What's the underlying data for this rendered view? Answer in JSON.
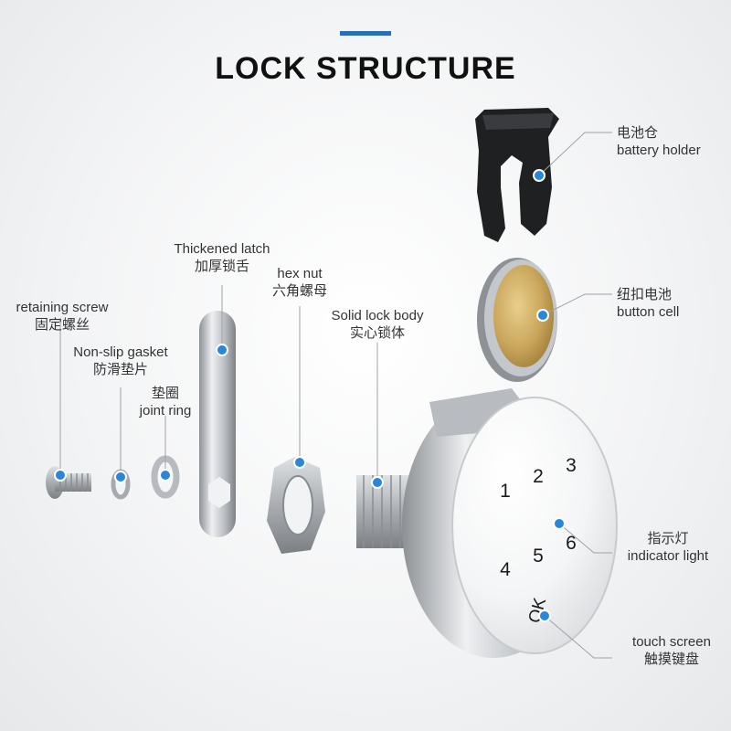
{
  "title": "LOCK STRUCTURE",
  "colors": {
    "accent": "#2a6fb5",
    "leader_dot": "#2a86d8",
    "metal": "#c9ccd0",
    "brass": "#c9a55a"
  },
  "labels": {
    "battery_holder": {
      "cn": "电池仓",
      "en": "battery holder"
    },
    "button_cell": {
      "cn": "纽扣电池",
      "en": "button cell"
    },
    "thickened_latch": {
      "en": "Thickened latch",
      "cn": "加厚锁舌"
    },
    "hex_nut": {
      "en": "hex nut",
      "cn": "六角螺母"
    },
    "solid_lock_body": {
      "en": "Solid lock body",
      "cn": "实心锁体"
    },
    "retaining_screw": {
      "en": "retaining screw",
      "cn": "固定螺丝"
    },
    "non_slip_gasket": {
      "en": "Non-slip gasket",
      "cn": "防滑垫片"
    },
    "joint_ring": {
      "cn": "垫圈",
      "en": "joint ring"
    },
    "indicator_light": {
      "cn": "指示灯",
      "en": "indicator light"
    },
    "touch_screen": {
      "en": "touch screen",
      "cn": "触摸键盘"
    }
  },
  "keypad": {
    "k1": "1",
    "k2": "2",
    "k3": "3",
    "k4": "4",
    "k5": "5",
    "k6": "6",
    "ok": "OK"
  }
}
